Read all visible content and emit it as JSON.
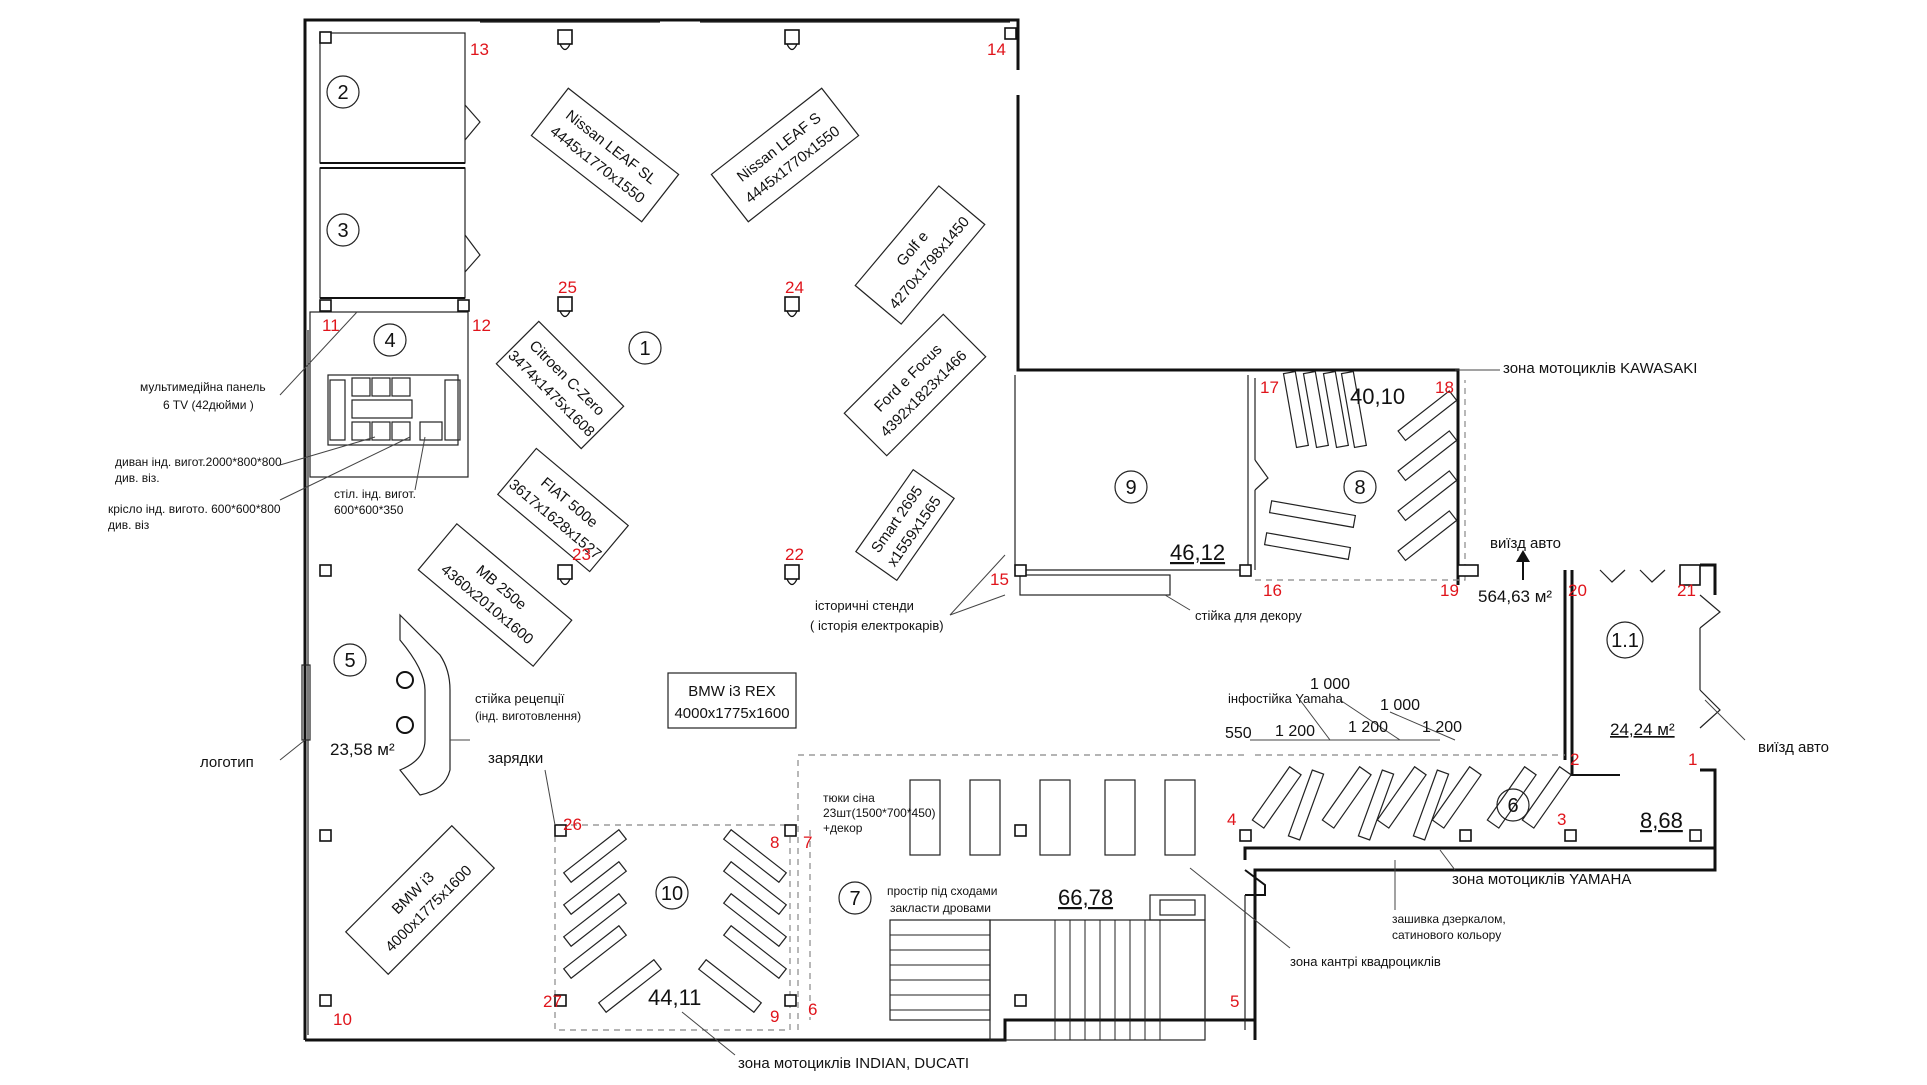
{
  "rooms": [
    {
      "id": "r1",
      "label": "1"
    },
    {
      "id": "r2",
      "label": "2"
    },
    {
      "id": "r3",
      "label": "3"
    },
    {
      "id": "r4",
      "label": "4"
    },
    {
      "id": "r5",
      "label": "5"
    },
    {
      "id": "r6",
      "label": "6"
    },
    {
      "id": "r7",
      "label": "7"
    },
    {
      "id": "r8",
      "label": "8"
    },
    {
      "id": "r9",
      "label": "9"
    },
    {
      "id": "r10",
      "label": "10"
    },
    {
      "id": "r11",
      "label": "1.1"
    }
  ],
  "areas": [
    "40,10",
    "46,12",
    "564,63 м²",
    "24,24 м²",
    "8,68",
    "23,58 м²",
    "66,78",
    "44,11"
  ],
  "cars": [
    {
      "name": "Nissan LEAF SL",
      "dims": "4445x1770x1550"
    },
    {
      "name": "Nissan LEAF S",
      "dims": "4445x1770x1550"
    },
    {
      "name": "Golf e",
      "dims": "4270x1798x1450"
    },
    {
      "name": "Citroen C-Zero",
      "dims": "3474x1475x1608"
    },
    {
      "name": "Ford e Focus",
      "dims": "4392x1823x1466"
    },
    {
      "name": "FIAT 500e",
      "dims": "3617x1628x1527"
    },
    {
      "name": "Smart 2695",
      "dims": "x1559x1565"
    },
    {
      "name": "MB 250e",
      "dims": "4360x2010x1600"
    },
    {
      "name": "BMW i3 REX",
      "dims": "4000x1775x1600"
    },
    {
      "name": "BMW i3",
      "dims": "4000x1775x1600"
    }
  ],
  "columns": [
    "13",
    "14",
    "25",
    "24",
    "11",
    "12",
    "17",
    "18",
    "22",
    "23",
    "15",
    "16",
    "19",
    "20",
    "21",
    "26",
    "8",
    "7",
    "4",
    "3",
    "2",
    "1",
    "27",
    "9",
    "6",
    "5",
    "10"
  ],
  "annotations": {
    "kawasaki": "зона мотоциклів KAWASAKI",
    "exit_car_1": "виїзд авто",
    "exit_car_2": "виїзд авто",
    "hist_1": "історичні стенди",
    "hist_2": "( історія електрокарів)",
    "decor_rack": "стійка для декору",
    "media_1": "мультимедійна панель",
    "media_2": "6 TV  (42дюйми )",
    "sofa_1": "диван інд. вигот.2000*800*800",
    "sofa_2": "див. віз.",
    "chair_1": "крісло інд. виготo. 600*600*800",
    "chair_2": "див. віз",
    "table_1": "стіл. інд. вигот.",
    "table_2": "600*600*350",
    "reception_1": "стійка рецепції",
    "reception_2": "(інд. виготовлення)",
    "logo": "логотип",
    "chargers": "зарядки",
    "hay_1": "тюки сіна",
    "hay_2": "23шт(1500*700*450)",
    "hay_3": "+декор",
    "stairs_1": "простір під сходами",
    "stairs_2": "закласти дровами",
    "infostand": "інфостійка Yamaha",
    "yamaha": "зона мотоциклів YAMAHA",
    "mirror_1": "зашивка дзеркалом,",
    "mirror_2": "сатинового кольору",
    "atv": "зона кантрі квадроциклів",
    "indian": "зона мотоциклів INDIAN, DUCATI"
  },
  "dimensions": [
    "1 000",
    "1 000",
    "550",
    "1 200",
    "1 200",
    "1 200"
  ]
}
